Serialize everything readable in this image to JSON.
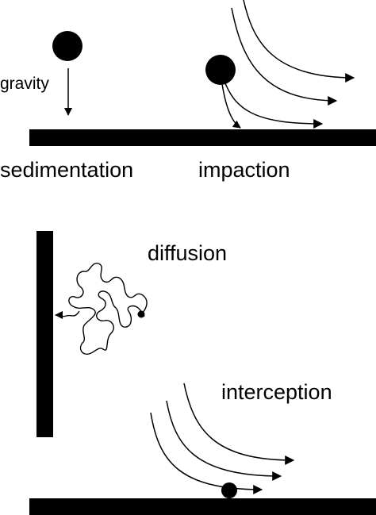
{
  "labels": {
    "gravity": "gravity",
    "sedimentation": "sedimentation",
    "impaction": "impaction",
    "diffusion": "diffusion",
    "interception": "interception"
  },
  "colors": {
    "ink": "#000000",
    "background": "#ffffff"
  }
}
